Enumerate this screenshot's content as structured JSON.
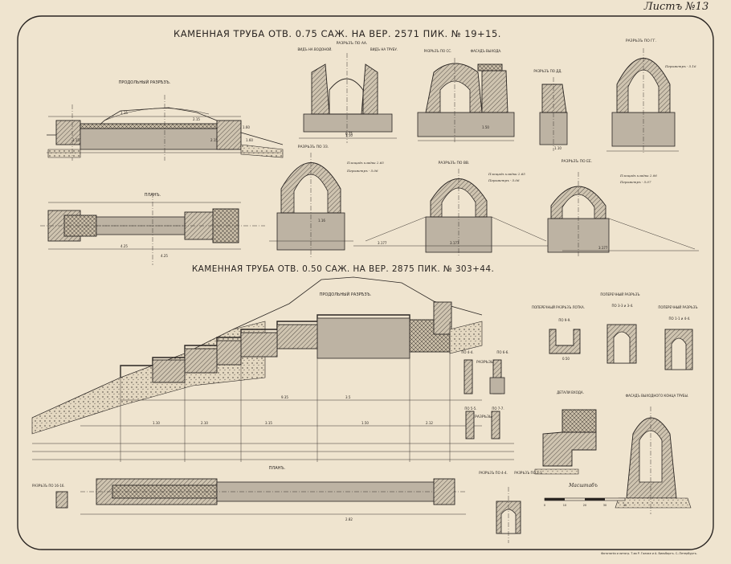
{
  "sheet_label": "Листъ №13",
  "title_top": "КАМЕННАЯ ТРУБА ОТВ. 0.75 САЖ. НА ВЕР. 2571 ПИК. № 19+15.",
  "title_bottom": "КАМЕННАЯ ТРУБА ОТВ. 0.50 САЖ. НА ВЕР. 2875 ПИК. № 303+44.",
  "top_section": {
    "longitudinal": "ПРОДОЛЬНЫЙ РАЗРѢЗЪ.",
    "plan": "ПЛАНЪ.",
    "section_aa": "РАЗРѢЗЪ ПО АА.",
    "view_water": "ВИДЪ НА ВОДОНОЙ.",
    "view_pipe": "ВИДЪ НА ТРУБУ.",
    "section_ss": "РАЗРѢЗЪ ПО СС.",
    "facade_exit": "ФАСАДЪ ВЫХОДА.",
    "section_dd": "РАЗРѢЗЪ ПО ДД.",
    "section_gg": "РАЗРѢЗЪ ПО ГГ.",
    "section_ee": "РАЗРѢЗЪ ПО ЕЕ.",
    "section_bb": "РАЗРѢЗЪ ПО ВВ.",
    "section_zz": "РАЗРѢЗЪ ПО ЗЗ.",
    "note_area_1": "Площадь кладки 2.65",
    "note_perim_1": "Периметръ - 5.06",
    "note_area_2": "Площадь кладки 2.65",
    "note_perim_2": "Периметръ - 5.06",
    "note_area_3": "Площадь кладки 2.06",
    "note_perim_3": "Периметръ - 5.07",
    "note_perim_4": "Периметръ - 5.16"
  },
  "bottom_section": {
    "longitudinal": "ПРОДОЛЬНЫЙ РАЗРѢЗЪ.",
    "plan": "ПЛАНЪ.",
    "sections_label": "РАЗРѢЗЫ",
    "po_44": "ПО 4-4.",
    "po_66": "ПО 6-6.",
    "po_55": "ПО 5-5.",
    "po_77": "ПО 7-7.",
    "po_1616": "РАЗРѢЗЪ ПО 16-16.",
    "cross_tray": "ПОПЕРЕЧНЫЙ РАЗРѢЗЪ ЛОТКА.",
    "po_99": "ПО 9-9.",
    "cross_section": "ПОПЕРЕЧНЫЙ РАЗРѢЗЪ",
    "po_3344": "ПО 3-3 и 3-4.",
    "cross_section2": "ПОПЕРЕЧНЫЙ РАЗРѢЗЪ",
    "po_1144": "ПО 1-1 и 4-4.",
    "detail_entry": "ДЕТАЛИ ВХОДА.",
    "facade_exit_end": "ФАСАДЪ ВЫХОДНОГО КОНЦА ТРУБЫ.",
    "section_po_44b": "РАЗРѢЗЪ ПО 4-4.",
    "section_po_33": "РАЗРѢЗЪ ПО 3-3.",
    "scale_label": "Масштабъ",
    "scale_ticks": [
      "0",
      "10",
      "20",
      "30",
      "40"
    ]
  },
  "dims": {
    "d1": "9.35",
    "d2": "3.5",
    "d3": "1.10",
    "d4": "2.10",
    "d5": "3.15",
    "d6": "1.50",
    "d7": "2.12",
    "d8": "0.75",
    "d9": "1.10",
    "d10": "3.177",
    "d11": "1.15",
    "d12": "0.50",
    "d13": "2.15",
    "d14": "1.60",
    "d15": "1.16",
    "d16": "4.25",
    "d17": "2.82"
  },
  "imprint": "Фототипія и литогр. Т-ва Р. Голике и А. Вильборгъ. С.-Петербургъ."
}
